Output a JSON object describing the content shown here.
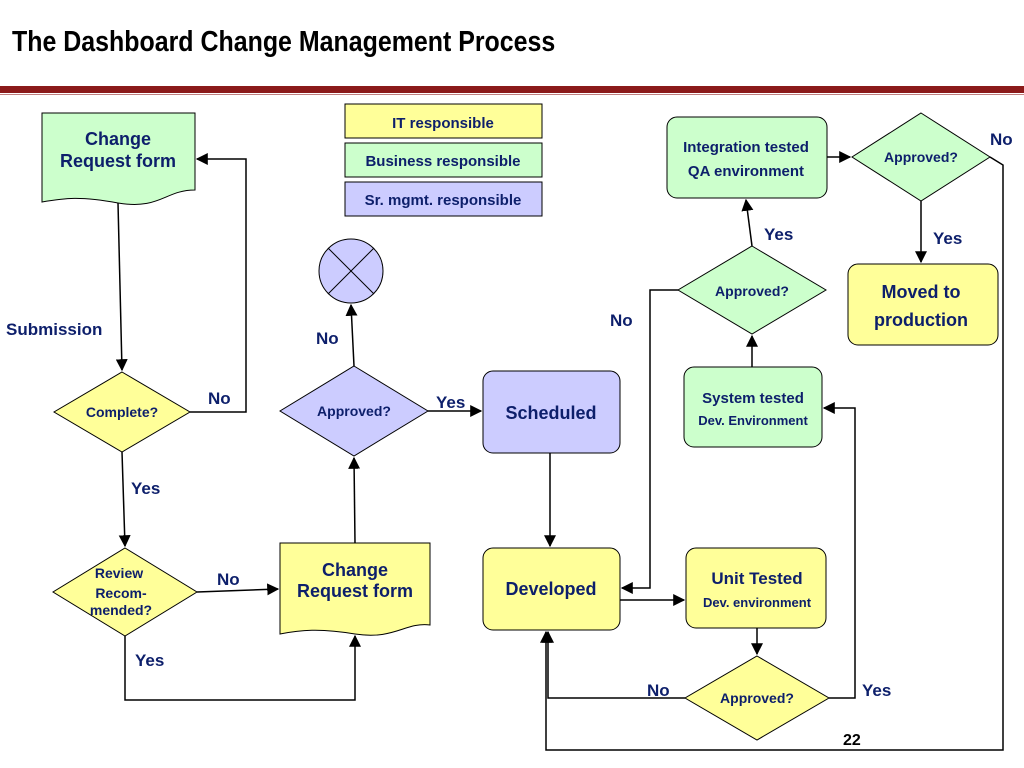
{
  "title": "The Dashboard Change Management Process",
  "page_number": "22",
  "colors": {
    "it": "#ffff99",
    "business": "#ccffcc",
    "sr_mgmt": "#ccccff",
    "text": "#0d1f6b",
    "rule": "#8b1a1a"
  },
  "legend": {
    "it": "IT responsible",
    "business": "Business responsible",
    "sr_mgmt": "Sr. mgmt. responsible"
  },
  "nodes": {
    "change_request_1": [
      "Change",
      "Request form"
    ],
    "complete": "Complete?",
    "review": [
      "Review",
      "Recom-",
      "mended?"
    ],
    "change_request_2": [
      "Change",
      "Request form"
    ],
    "approved_sr": "Approved?",
    "scheduled": "Scheduled",
    "developed": "Developed",
    "unit_tested": [
      "Unit Tested",
      "Dev. environment"
    ],
    "approved_unit": "Approved?",
    "system_tested": [
      "System tested",
      "Dev. Environment"
    ],
    "approved_system": "Approved?",
    "integration_tested": [
      "Integration tested",
      "QA environment"
    ],
    "approved_integration": "Approved?",
    "production": [
      "Moved to",
      "production"
    ]
  },
  "labels": {
    "submission": "Submission",
    "complete_no": "No",
    "complete_yes": "Yes",
    "review_no": "No",
    "review_yes": "Yes",
    "approved_sr_no": "No",
    "approved_sr_yes": "Yes",
    "unit_no": "No",
    "unit_yes": "Yes",
    "system_no": "No",
    "system_yes": "Yes",
    "integration_no": "No",
    "integration_yes": "Yes"
  }
}
